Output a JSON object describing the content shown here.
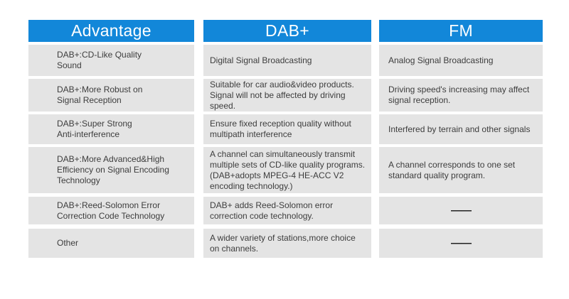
{
  "colors": {
    "header_background": "#1287d9",
    "header_text": "#ffffff",
    "cell_background": "#e4e4e4",
    "cell_text": "#3d3d3d",
    "page_background": "#ffffff"
  },
  "chart_data": {
    "type": "table",
    "title": "",
    "layout": "3-column comparison table, blue header row, gray body cells, blank dash placeholders in FM column rows 5-6",
    "columns": [
      {
        "header": "Advantage",
        "cells": [
          [
            "DAB+:CD-Like Quality",
            "Sound"
          ],
          [
            "DAB+:More Robust on",
            "Signal Reception"
          ],
          [
            "DAB+:Super Strong",
            "Anti-interference"
          ],
          [
            "DAB+:More Advanced&High",
            "Efficiency on Signal Encoding",
            "Technology"
          ],
          [
            "DAB+:Reed-Solomon Error",
            "Correction Code Technology"
          ],
          [
            "Other"
          ]
        ]
      },
      {
        "header": "DAB+",
        "cells": [
          [
            "Digital Signal Broadcasting"
          ],
          [
            "Suitable for car audio&video products.",
            "Signal will not be affected by driving",
            "speed."
          ],
          [
            "Ensure fixed reception quality without",
            "multipath interference"
          ],
          [
            "A channel can simultaneously transmit",
            "multiple sets of CD-like quality programs.",
            "(DAB+adopts MPEG-4 HE-ACC V2",
            "encoding technology.)"
          ],
          [
            "DAB+ adds Reed-Solomon error",
            "correction code technology."
          ],
          [
            "A wider variety of stations,more choice",
            "on channels."
          ]
        ]
      },
      {
        "header": "FM",
        "cells": [
          [
            "Analog Signal Broadcasting"
          ],
          [
            "Driving speed's increasing may affect",
            "signal reception."
          ],
          [
            "Interfered by terrain and other signals"
          ],
          [
            "A channel corresponds to one set",
            "standard quality program."
          ],
          [
            "——"
          ],
          [
            "——"
          ]
        ]
      }
    ]
  }
}
